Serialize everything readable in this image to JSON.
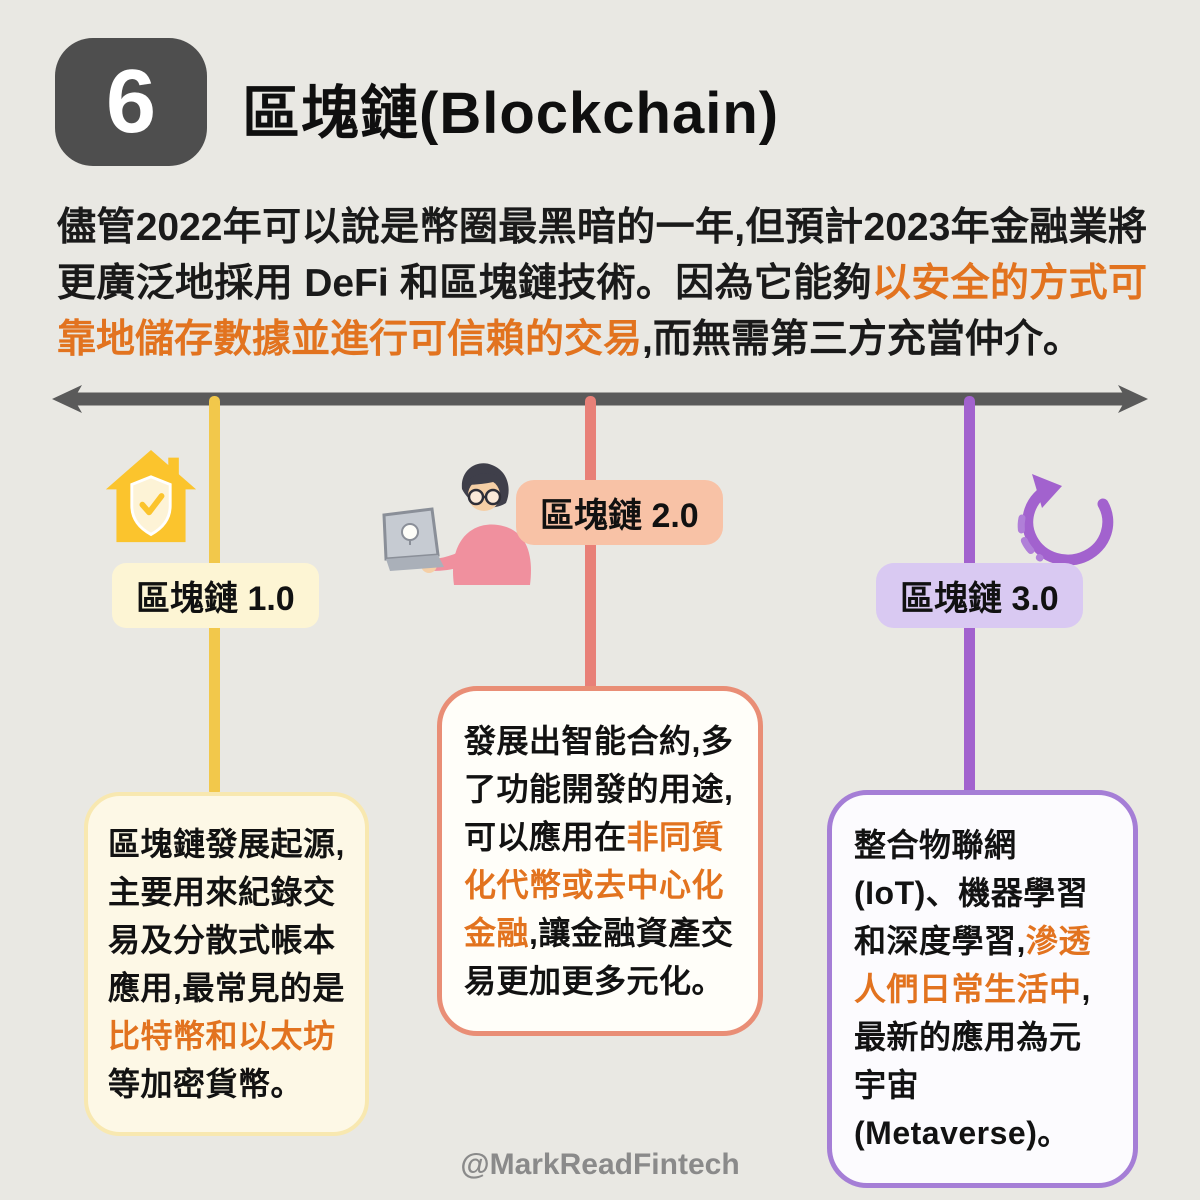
{
  "page": {
    "number": "6",
    "title": "區塊鏈(Blockchain)",
    "watermark": "@MarkReadFintech"
  },
  "colors": {
    "background": "#e9e8e3",
    "highlight_orange": "#e2731f",
    "badge_gray": "#4e4e4e",
    "stage1_accent": "#f2c84b",
    "stage2_accent": "#e88078",
    "stage3_accent": "#a262ce"
  },
  "intro": {
    "text_before": "儘管2022年可以說是幣圈最黑暗的一年,但預計2023年金融業將更廣泛地採用 DeFi 和區塊鏈技術。因為它能夠",
    "text_highlight": "以安全的方式可靠地儲存數據並進行可信賴的交易",
    "text_after": ",而無需第三方充當仲介。"
  },
  "timeline": {
    "stages": [
      {
        "label": "區塊鏈 1.0",
        "icon": "house-shield-icon",
        "desc_before": "區塊鏈發展起源,主要用來紀錄交易及分散式帳本應用,最常見的是",
        "desc_highlight": "比特幣和以太坊",
        "desc_after": "等加密貨幣。"
      },
      {
        "label": "區塊鏈 2.0",
        "icon": "person-laptop-icon",
        "desc_before": "發展出智能合約,多了功能開發的用途,可以應用在",
        "desc_highlight": "非同質化代幣或去中心化金融",
        "desc_after": ",讓金融資產交易更加更多元化。"
      },
      {
        "label": "區塊鏈 3.0",
        "icon": "cycle-arrow-icon",
        "desc_before": "整合物聯網(IoT)、機器學習和深度學習,",
        "desc_highlight": "滲透人們日常生活中",
        "desc_after": ",最新的應用為元宇宙(Metaverse)。"
      }
    ]
  }
}
